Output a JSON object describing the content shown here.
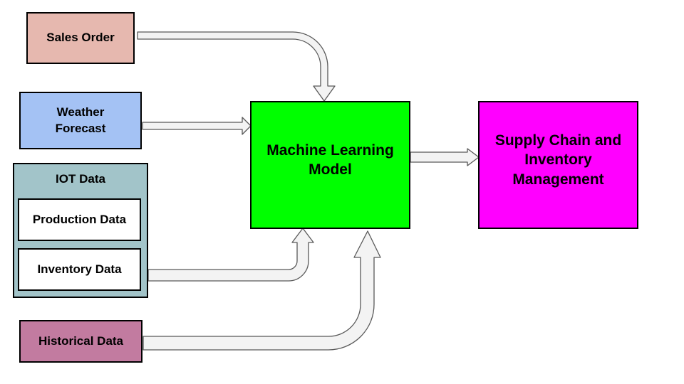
{
  "nodes": {
    "sales_order": {
      "label": "Sales Order",
      "color": "#e6b8af"
    },
    "weather_forecast": {
      "label": "Weather\nForecast",
      "color": "#a4c2f4"
    },
    "iot_data": {
      "label": "IOT Data",
      "color": "#a2c4c9"
    },
    "production_data": {
      "label": "Production Data",
      "color": "#ffffff"
    },
    "inventory_data": {
      "label": "Inventory Data",
      "color": "#ffffff"
    },
    "historical_data": {
      "label": "Historical Data",
      "color": "#c27ba0"
    },
    "ml_model": {
      "label": "Machine Learning\nModel",
      "color": "#00ff00"
    },
    "supply_chain": {
      "label": "Supply Chain and\nInventory\nManagement",
      "color": "#ff00ff"
    }
  },
  "edges": [
    {
      "from": "Sales Order",
      "to": "Machine Learning Model"
    },
    {
      "from": "Weather Forecast",
      "to": "Machine Learning Model"
    },
    {
      "from": "Inventory Data",
      "to": "Machine Learning Model"
    },
    {
      "from": "Historical Data",
      "to": "Machine Learning Model"
    },
    {
      "from": "Machine Learning Model",
      "to": "Supply Chain and Inventory Management"
    }
  ]
}
